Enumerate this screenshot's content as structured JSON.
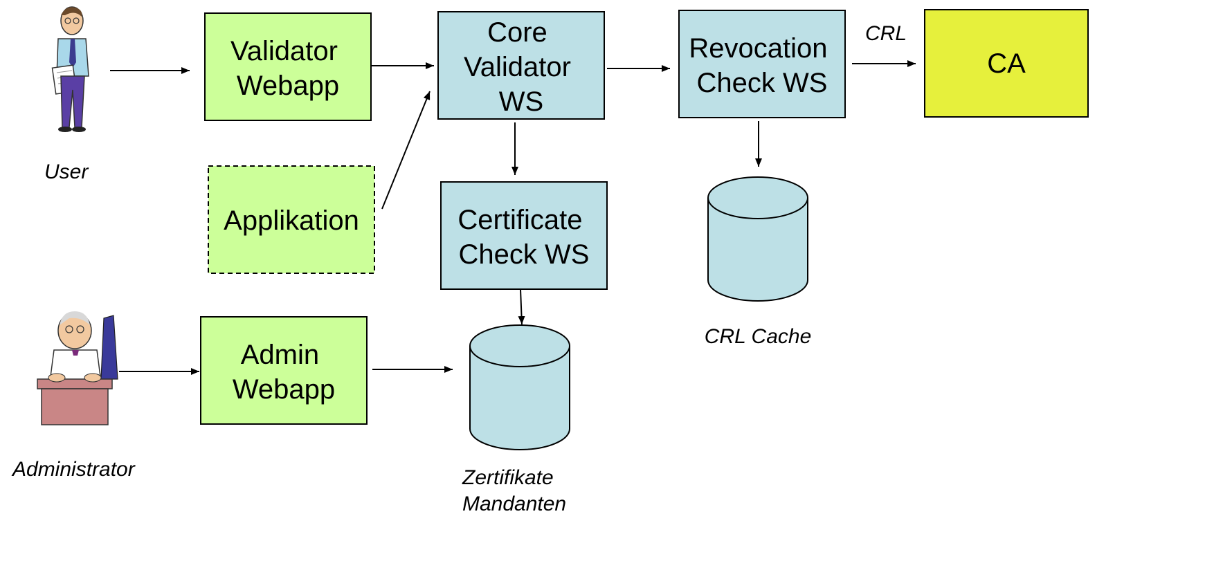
{
  "actors": {
    "user": "User",
    "administrator": "Administrator"
  },
  "nodes": {
    "validator_webapp": [
      "Validator",
      "Webapp"
    ],
    "core_validator": [
      "Core",
      "Validator",
      "WS"
    ],
    "revocation_check": [
      "Revocation",
      "Check WS"
    ],
    "ca": "CA",
    "applikation": "Applikation",
    "certificate_check": [
      "Certificate",
      "Check WS"
    ],
    "admin_webapp": [
      "Admin",
      "Webapp"
    ]
  },
  "stores": {
    "crl_cache": "CRL Cache",
    "zertifikate": [
      "Zertifikate",
      "Mandanten"
    ]
  },
  "edge_labels": {
    "crl": "CRL"
  },
  "colors": {
    "webapp_fill": "#ccff99",
    "service_fill": "#bde0e6",
    "ca_fill": "#e6f03c",
    "stroke": "#000000"
  }
}
